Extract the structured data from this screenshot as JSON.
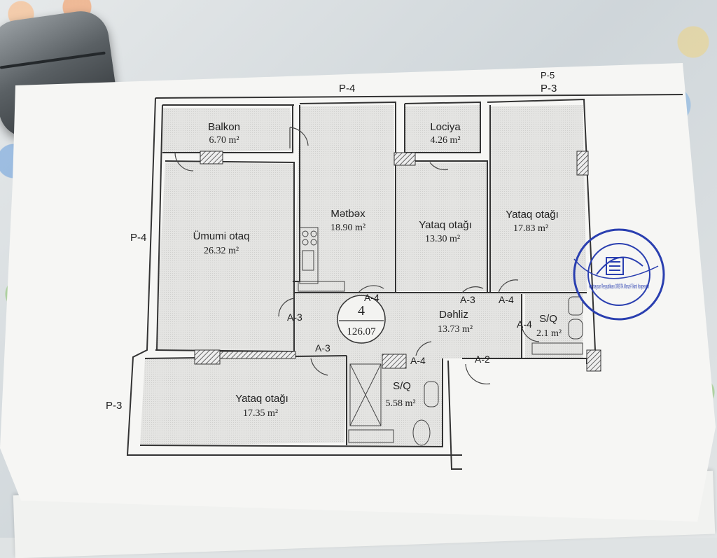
{
  "plan": {
    "apartment_number": "4",
    "apartment_area": "126.07",
    "rooms": [
      {
        "id": "balkon",
        "name": "Balkon",
        "area": "6.70 m²"
      },
      {
        "id": "metbex",
        "name": "Mətbəx",
        "area": "18.90 m²"
      },
      {
        "id": "lociya",
        "name": "Lociya",
        "area": "4.26 m²"
      },
      {
        "id": "yataq1",
        "name": "Yataq otağı",
        "area": "13.30 m²"
      },
      {
        "id": "yataq2",
        "name": "Yataq otağı",
        "area": "17.83 m²"
      },
      {
        "id": "umumi",
        "name": "Ümumi otaq",
        "area": "26.32 m²"
      },
      {
        "id": "dehliz",
        "name": "Dəhliz",
        "area": "13.73 m²"
      },
      {
        "id": "sq1",
        "name": "S/Q",
        "area": "2.1 m²"
      },
      {
        "id": "yataq3",
        "name": "Yataq otağı",
        "area": "17.35 m²"
      },
      {
        "id": "sq2",
        "name": "S/Q",
        "area": "5.58 m²"
      }
    ],
    "window_tags": {
      "top_left": "P-4",
      "top_right_cut": "P-5",
      "top_right": "P-3",
      "left_upper": "P-4",
      "left_lower": "P-3"
    },
    "door_tags": {
      "a4_top": "A-4",
      "a3_left": "A-3",
      "a3_mid": "A-3",
      "a3_corridor": "A-3",
      "a4_right": "A-4",
      "a4_bath": "A-4",
      "a4_lower": "A-4",
      "a2": "A-2"
    },
    "stamp": {
      "text": "Azərbaycan Respublikası ORBITA Mənzil-Tikinti Kooperativi",
      "color": "#2a3fb0"
    }
  }
}
